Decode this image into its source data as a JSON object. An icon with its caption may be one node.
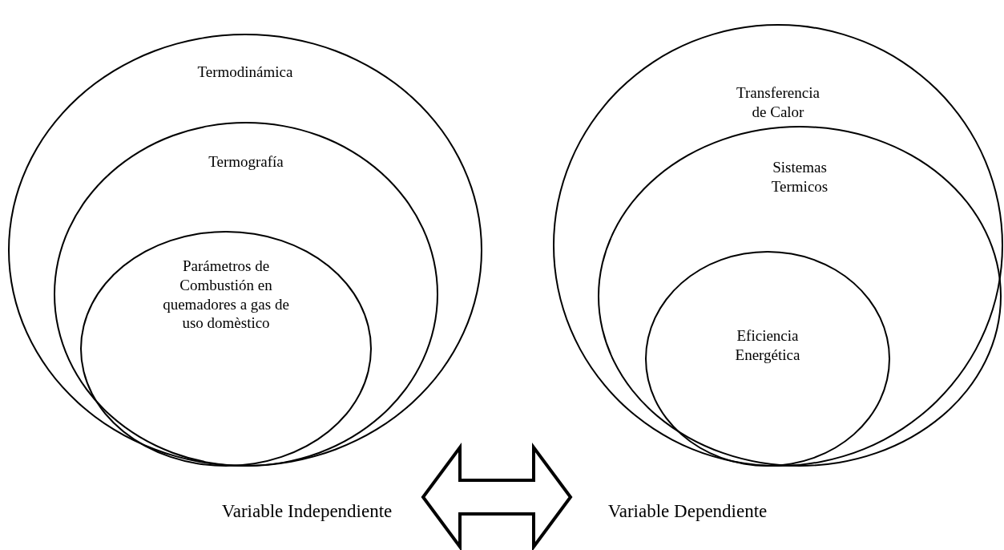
{
  "diagram": {
    "nodes": [
      {
        "text": [
          "Termodinámica"
        ]
      },
      {
        "text": [
          "Termografía"
        ],
        "in": 0
      },
      {
        "text": [
          "Parámetros de Combustión en quemadores a gas de uso domèstico"
        ],
        "in": 1
      },
      {
        "text": [
          "Transferencia de Calor"
        ]
      },
      {
        "text": [
          "Sistemas Termicos"
        ],
        "in": 3
      },
      {
        "text": [
          "Eficiencia Energética"
        ],
        "in": 4
      },
      {
        "text": [
          "Variable Independiente"
        ]
      },
      {
        "text": [
          "Variable Dependiente"
        ]
      }
    ],
    "edges": [
      {
        "from": 6,
        "to": 7,
        "arrow": "both"
      }
    ]
  }
}
